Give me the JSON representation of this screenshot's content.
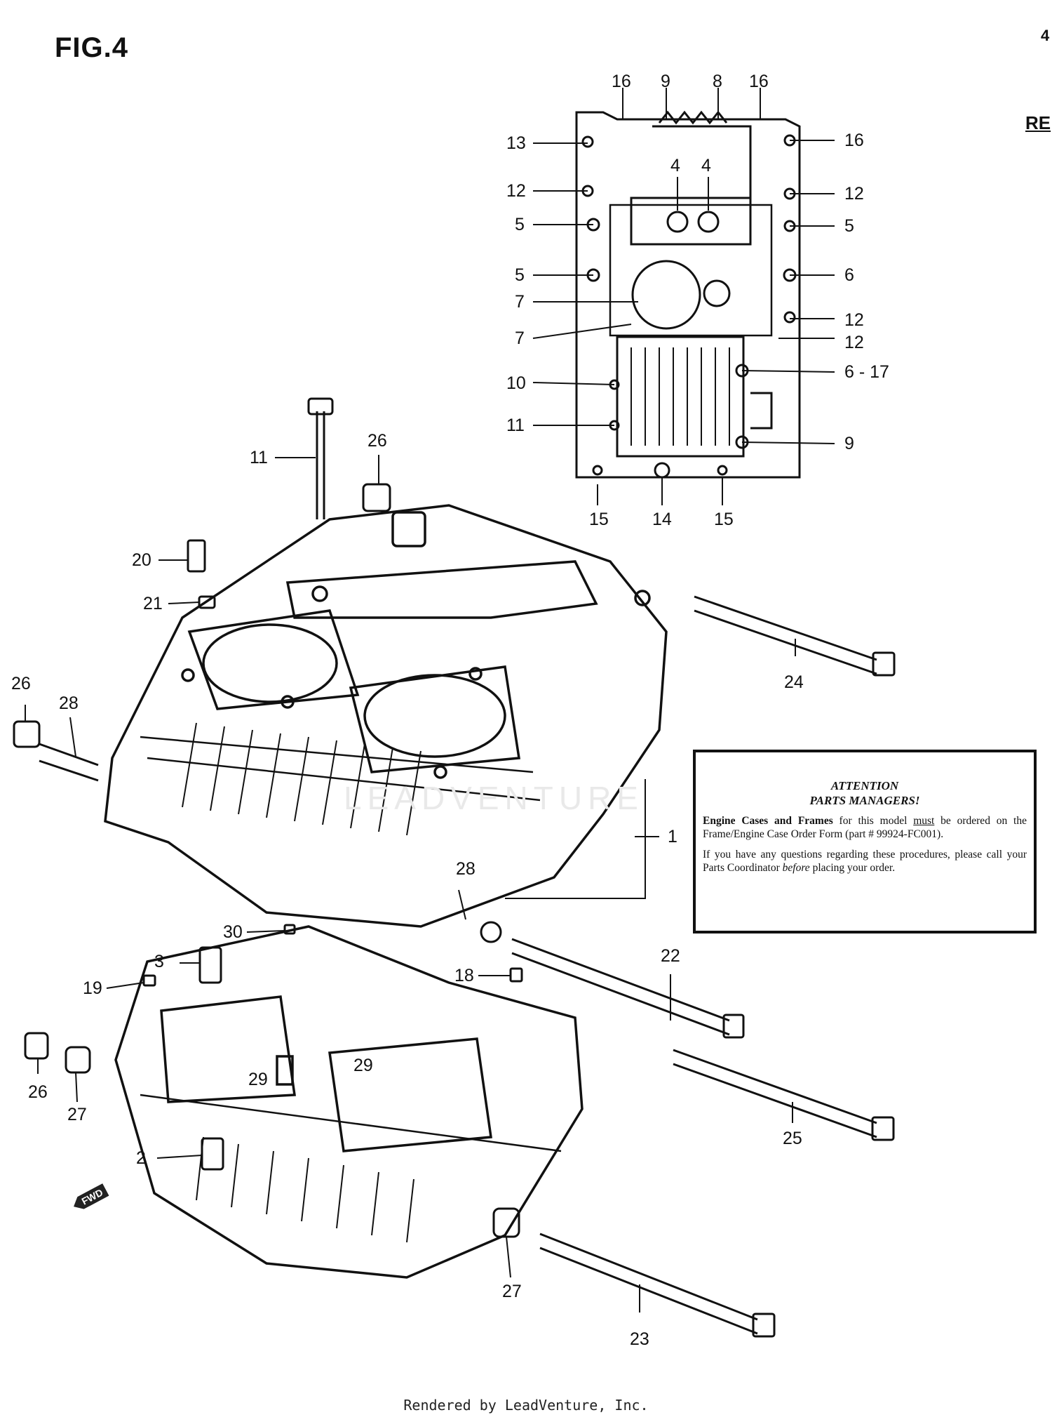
{
  "figure": {
    "title": "FIG.4",
    "edge_fragment_right": "RE",
    "edge_fragment_top": "4"
  },
  "direction_marker": {
    "label": "FWD",
    "icon": "forward-arrow-icon"
  },
  "attention_box": {
    "heading_line1": "ATTENTION",
    "heading_line2": "PARTS MANAGERS!",
    "p1_bold": "Engine Cases and Frames",
    "p1_a": " for this model ",
    "p1_emph": "must",
    "p1_b": " be ordered on the Frame/Engine Case Order Form (part # 99924-FC001).",
    "p2_a": "If you have any questions regarding these procedures, please call your Parts Coordinator ",
    "p2_emph": "before",
    "p2_b": " placing your order."
  },
  "watermark": "LEADVENTURE",
  "credit": "Rendered by LeadVenture, Inc.",
  "callouts": [
    "16",
    "9",
    "8",
    "16",
    "13",
    "16",
    "4",
    "4",
    "12",
    "12",
    "5",
    "5",
    "5",
    "6",
    "7",
    "12",
    "7",
    "12",
    "10",
    "6 - 17",
    "11",
    "9",
    "15",
    "14",
    "15",
    "11",
    "26",
    "20",
    "21",
    "24",
    "26",
    "28",
    "1",
    "28",
    "30",
    "3",
    "22",
    "19",
    "18",
    "29",
    "29",
    "26",
    "27",
    "25",
    "2",
    "27",
    "23"
  ]
}
